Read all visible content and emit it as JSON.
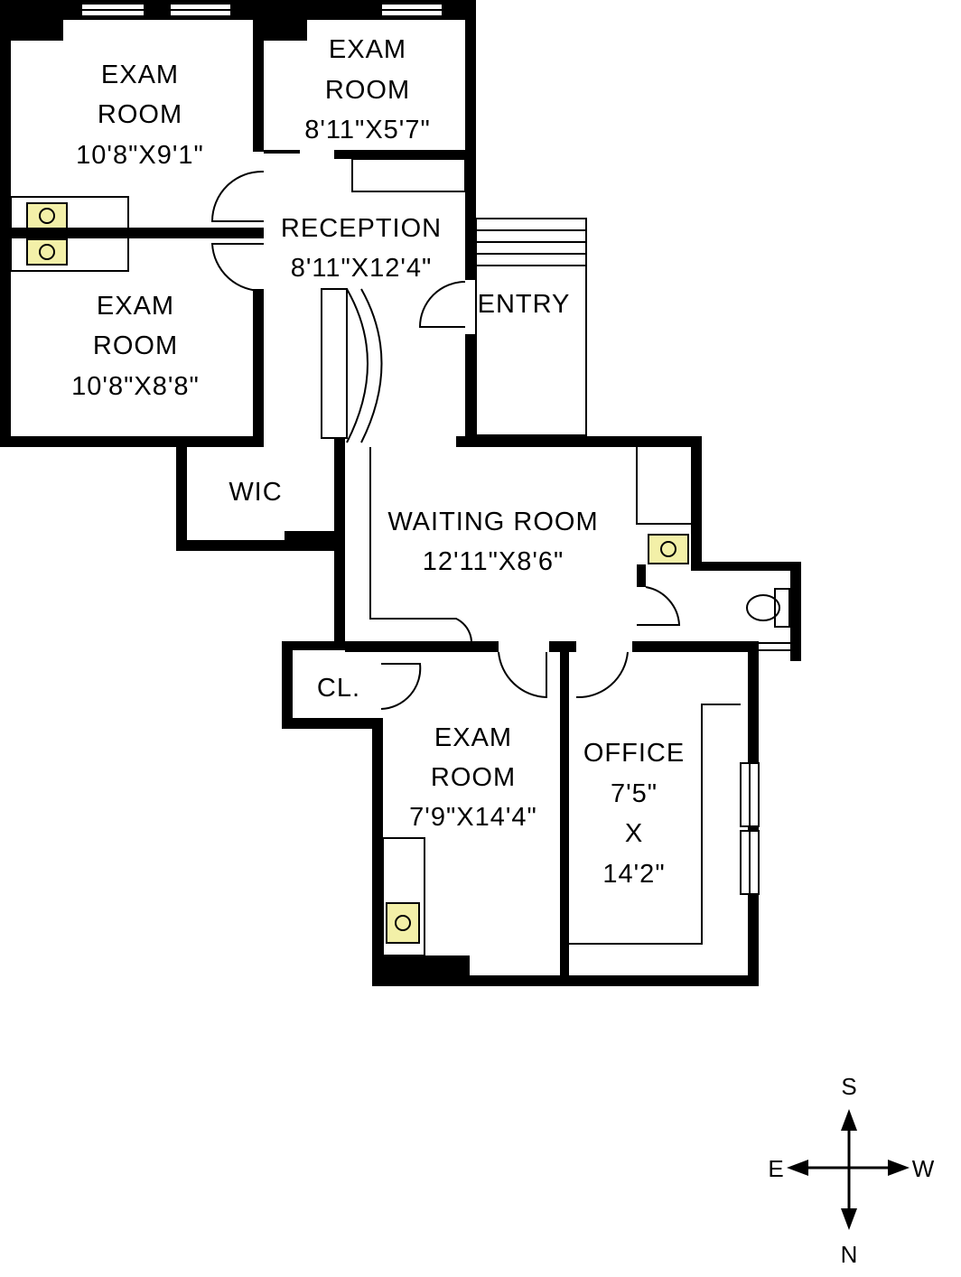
{
  "rooms": [
    {
      "name": "EXAM",
      "name2": "ROOM",
      "dims": "10'8\"X9'1\""
    },
    {
      "name": "EXAM",
      "name2": "ROOM",
      "dims": "8'11\"X5'7\""
    },
    {
      "name": "RECEPTION",
      "dims": "8'11\"X12'4\""
    },
    {
      "name": "EXAM",
      "name2": "ROOM",
      "dims": "10'8\"X8'8\""
    },
    {
      "name": "ENTRY"
    },
    {
      "name": "WIC"
    },
    {
      "name": "WAITING ROOM",
      "dims": "12'11\"X8'6\""
    },
    {
      "name": "CL."
    },
    {
      "name": "EXAM",
      "name2": "ROOM",
      "dims": "7'9\"X14'4\""
    },
    {
      "name": "OFFICE",
      "dims": "7'5\"",
      "x": "X",
      "dims2": "14'2\""
    }
  ],
  "compass": {
    "north": "N",
    "south": "S",
    "east": "E",
    "west": "W"
  },
  "colors": {
    "wall": "#000000",
    "fixture": "#f3f0a8"
  }
}
